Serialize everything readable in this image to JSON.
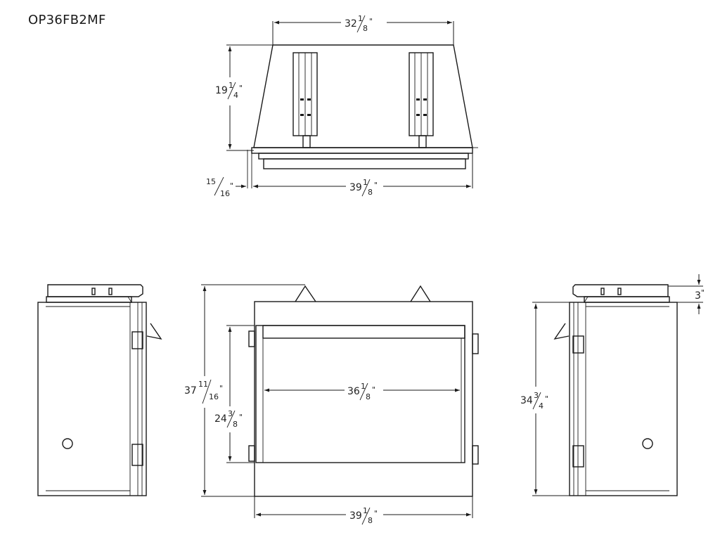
{
  "model": "OP36FB2MF",
  "dimensions": {
    "top_width": {
      "whole": "32",
      "num": "1",
      "den": "8",
      "unit": "\""
    },
    "top_depth": {
      "whole": "19",
      "num": "1",
      "den": "4",
      "unit": "\""
    },
    "top_offset": {
      "whole": "",
      "num": "15",
      "den": "16",
      "unit": "\""
    },
    "top_front_width": {
      "whole": "39",
      "num": "1",
      "den": "8",
      "unit": "\""
    },
    "side_height_3": {
      "whole": "3",
      "num": "",
      "den": "",
      "unit": "\""
    },
    "front_height_total": {
      "whole": "37",
      "num": "11",
      "den": "16",
      "unit": "\""
    },
    "front_opening_width": {
      "whole": "36",
      "num": "1",
      "den": "8",
      "unit": "\""
    },
    "front_opening_height": {
      "whole": "24",
      "num": "3",
      "den": "8",
      "unit": "\""
    },
    "front_width": {
      "whole": "39",
      "num": "1",
      "den": "8",
      "unit": "\""
    },
    "side_height": {
      "whole": "34",
      "num": "3",
      "den": "4",
      "unit": "\""
    }
  }
}
